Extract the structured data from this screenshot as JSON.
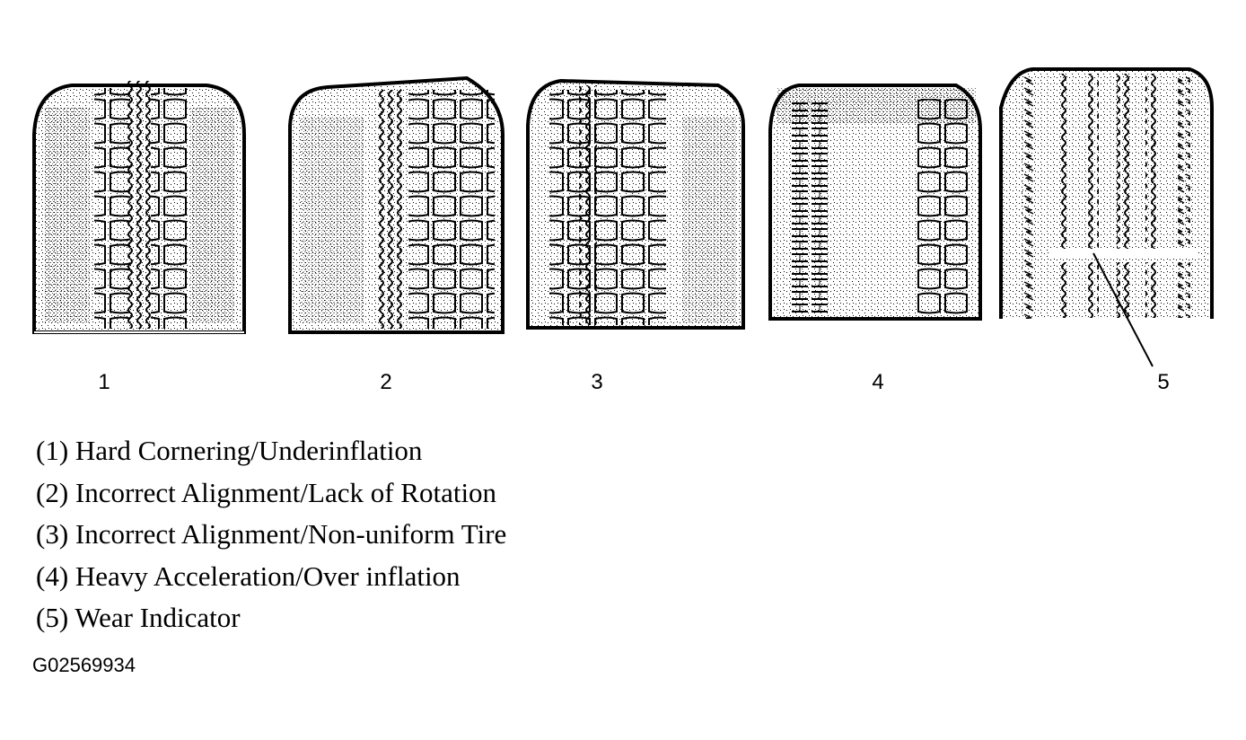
{
  "callouts": [
    "1",
    "2",
    "3",
    "4",
    "5"
  ],
  "legend": [
    "(1) Hard Cornering/Underinflation",
    "(2) Incorrect Alignment/Lack of Rotation",
    "(3) Incorrect Alignment/Non-uniform Tire",
    "(4) Heavy Acceleration/Over inflation",
    "(5) Wear Indicator"
  ],
  "figure_id": "G02569934"
}
